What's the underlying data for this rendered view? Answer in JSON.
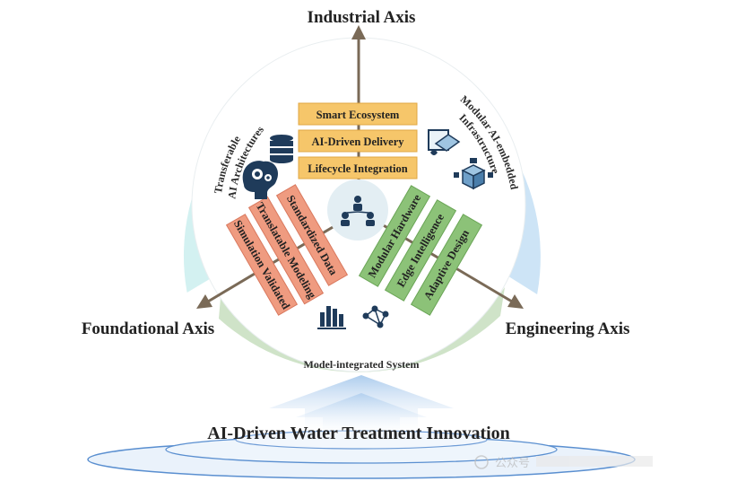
{
  "axes": {
    "industrial": "Industrial Axis",
    "foundational": "Foundational Axis",
    "engineering": "Engineering Axis"
  },
  "outer_arcs": {
    "transferable_line1": "Transferable",
    "transferable_line2": "AI Architectures",
    "modular_line1": "Modular AI-embedded",
    "modular_line2": "Infrastructure",
    "model_integrated": "Model-integrated System"
  },
  "industrial_boxes": [
    "Smart Ecosystem",
    "AI-Driven Delivery",
    "Lifecycle Integration"
  ],
  "foundational_boxes": [
    "Standardized Data",
    "Translatable Modeling",
    "Simulation Validated"
  ],
  "engineering_boxes": [
    "Modular Hardware",
    "Edge Intelligence",
    "Adaptive Design"
  ],
  "bottom_title": "AI-Driven Water Treatment Innovation",
  "watermark": "公众号",
  "colors": {
    "industrial_sector": "#cfeff0",
    "engineering_sector": "#cfe5f7",
    "foundational_sector": "#cfe3c8",
    "orange_box": "#f6c66a",
    "salmon_box": "#ef9b80",
    "green_box": "#8cc278",
    "icon_navy": "#1f3b5a",
    "arrow": "#7a6a57"
  },
  "icons": [
    "database-icon",
    "brain-gears-icon",
    "cube-network-icon",
    "flask-cube-icon",
    "bar-chart-icon",
    "molecule-network-icon",
    "people-network-icon"
  ]
}
